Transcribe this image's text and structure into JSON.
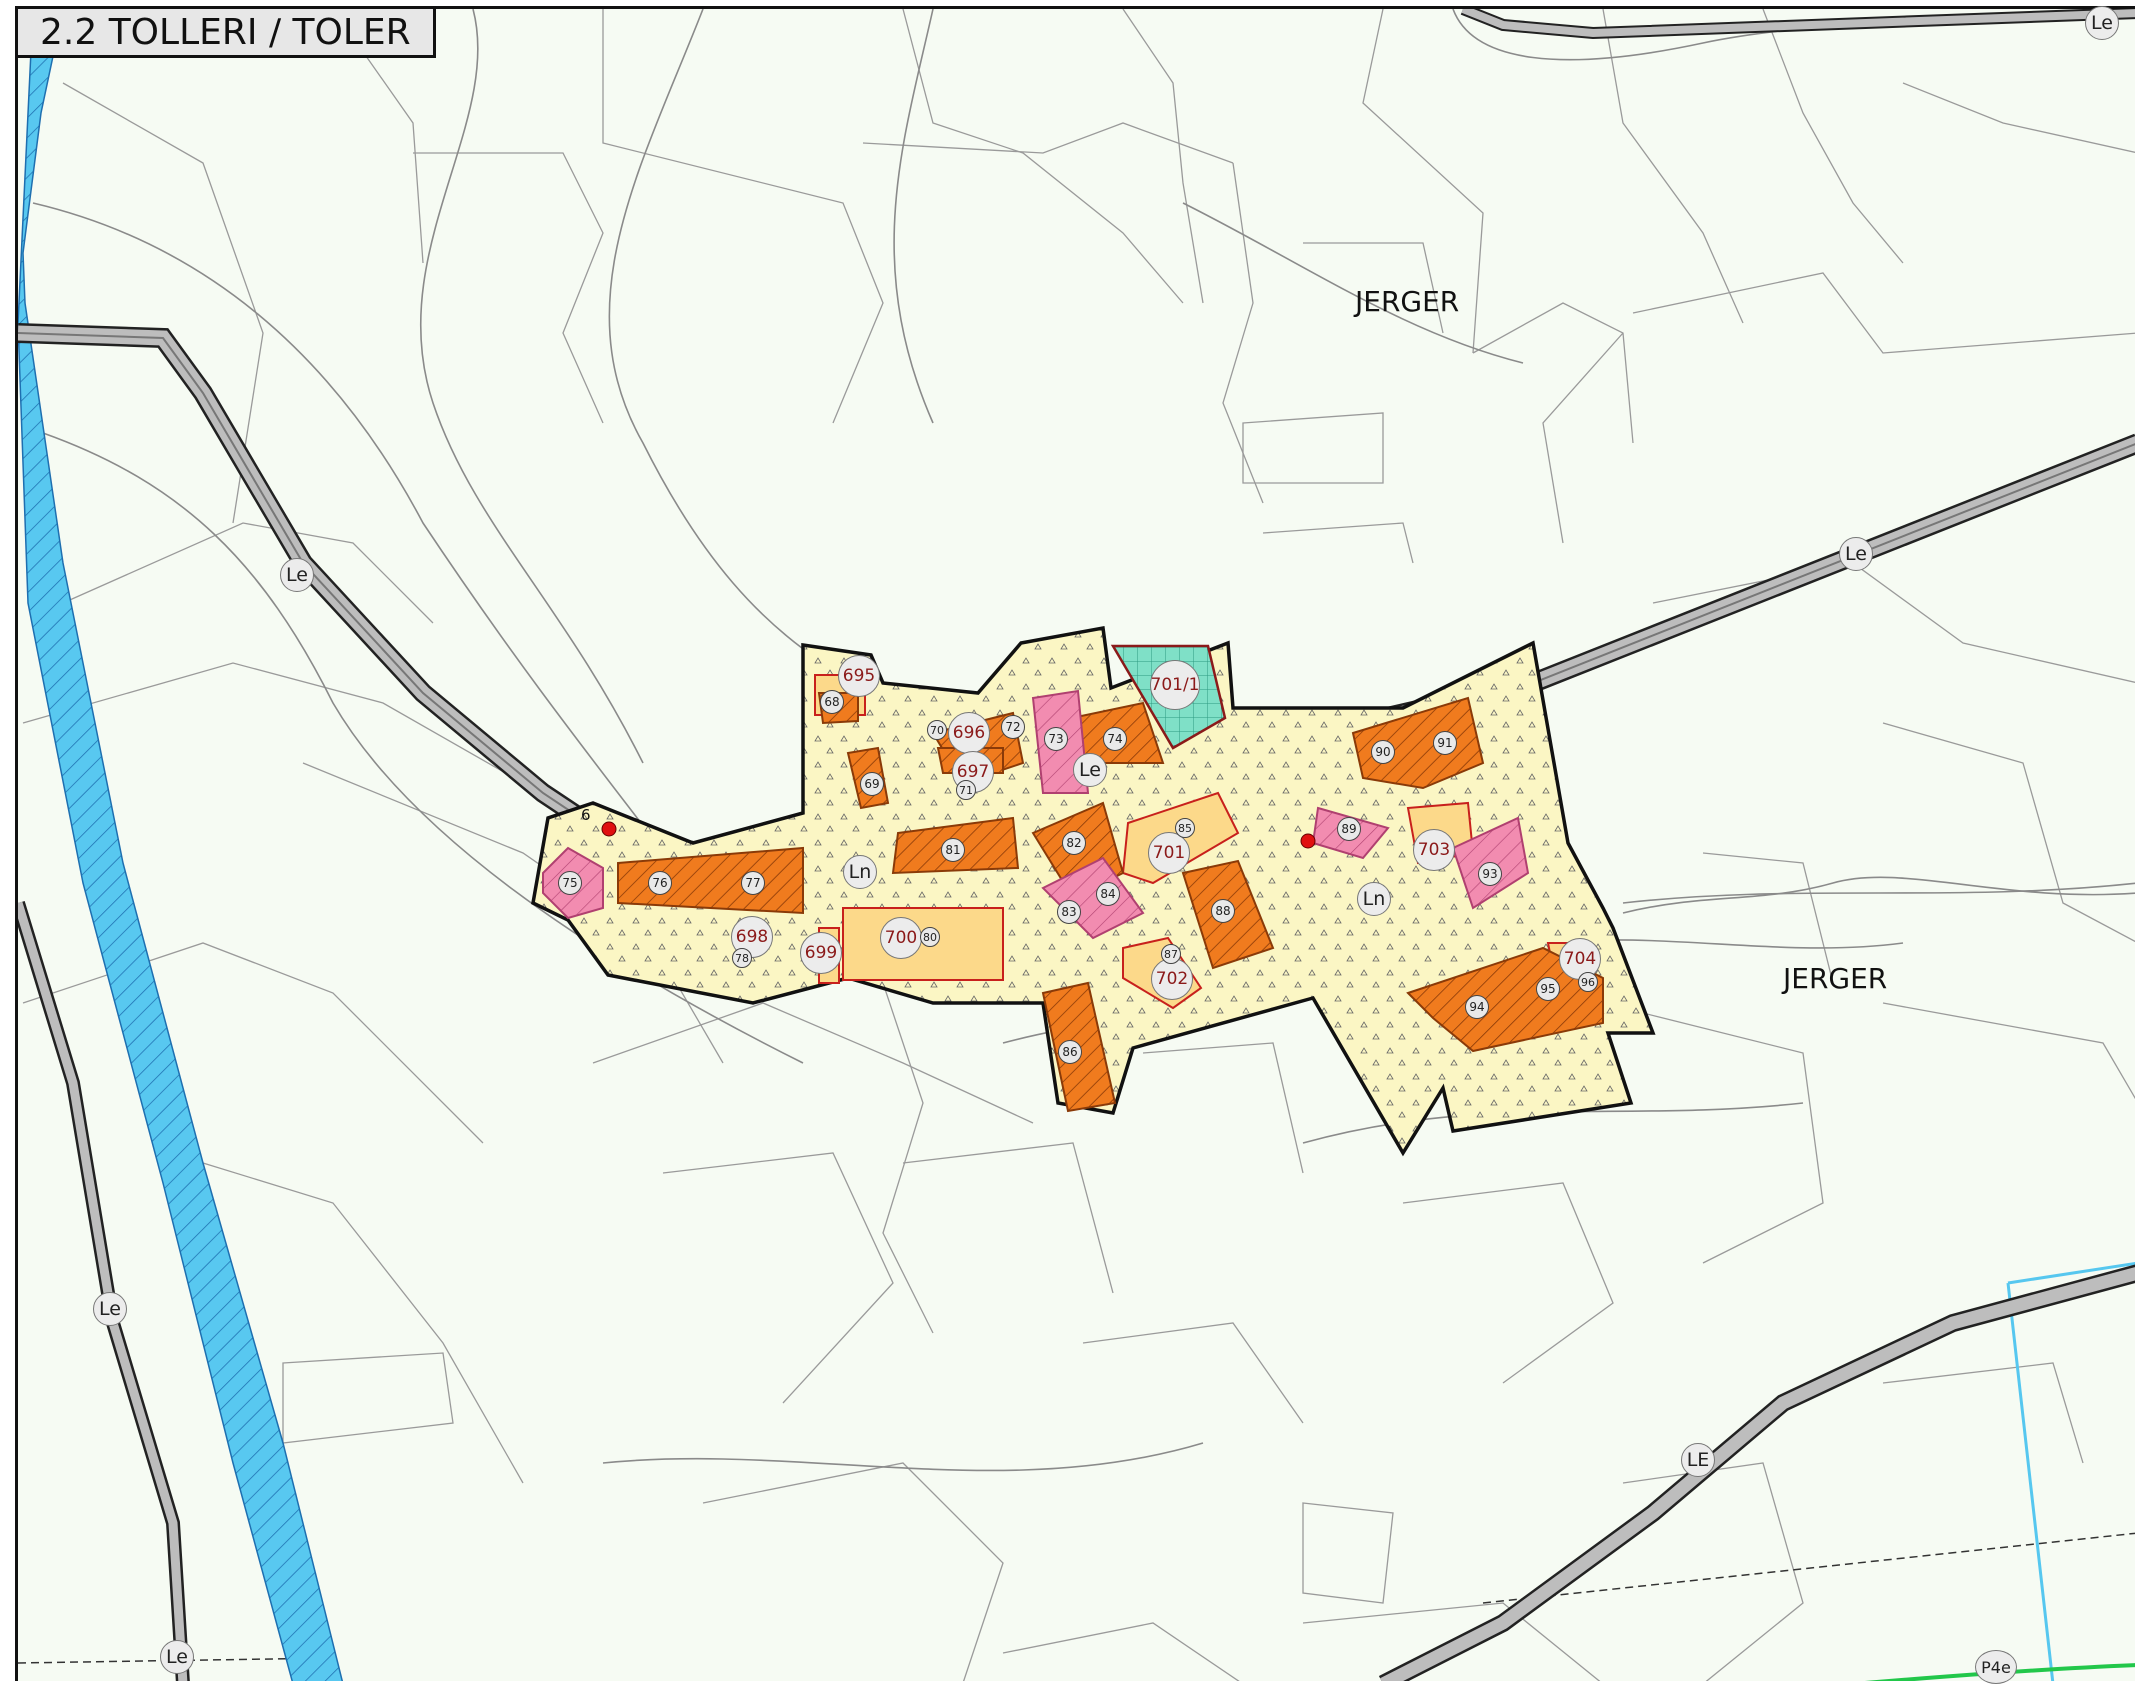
{
  "title": "2.2 TOLLERI / TOLER",
  "colors": {
    "background": "#f6fbf3",
    "parcel_line": "#9a9a9a",
    "contour": "#8a8a8a",
    "settlement_fill": "#fbf6c4",
    "building_orange": "#f07b1e",
    "building_pink": "#f28cb0",
    "public_green": "#7fe0c7",
    "plan_yellow": "#fcd98a",
    "road_gray": "#bdbdbd",
    "river": "#58c8f0",
    "boundary_blue": "#56c7ef",
    "green_line": "#22c74a",
    "red_point": "#e01010"
  },
  "place_labels": {
    "north": "JERGER",
    "east": "JERGER"
  },
  "road_labels": [
    "Le",
    "Le",
    "Le",
    "Le",
    "Le",
    "Le",
    "Ln",
    "Ln",
    "LE",
    "P4e"
  ],
  "zone_labels": [
    "695",
    "696",
    "697",
    "698",
    "699",
    "700",
    "701",
    "701/1",
    "702",
    "703",
    "704"
  ],
  "building_labels": [
    "68",
    "69",
    "70",
    "71",
    "72",
    "73",
    "74",
    "75",
    "76",
    "77",
    "78",
    "80",
    "81",
    "82",
    "83",
    "84",
    "85",
    "86",
    "87",
    "88",
    "89",
    "90",
    "91",
    "93",
    "94",
    "95",
    "96"
  ],
  "point_label": "6"
}
